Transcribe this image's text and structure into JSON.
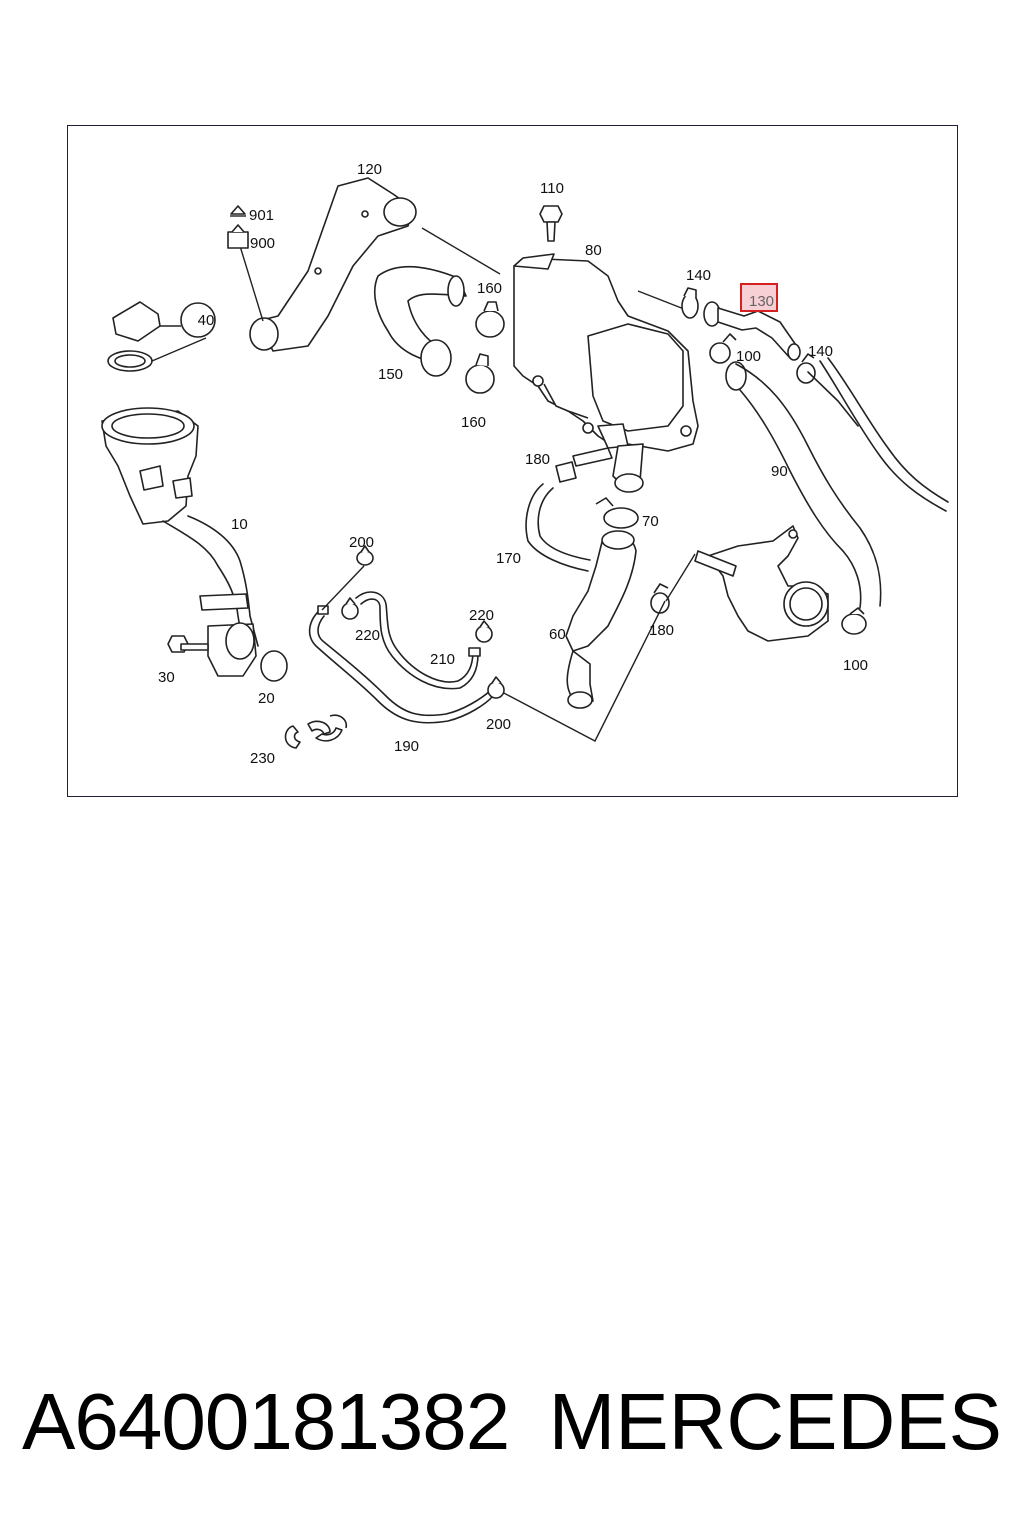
{
  "diagram": {
    "labels": {
      "l10": "10",
      "l20": "20",
      "l30": "30",
      "l40": "40",
      "l60": "60",
      "l70": "70",
      "l80": "80",
      "l90": "90",
      "l100a": "100",
      "l100b": "100",
      "l110": "110",
      "l120": "120",
      "l130": "130",
      "l140a": "140",
      "l140b": "140",
      "l150": "150",
      "l160a": "160",
      "l160b": "160",
      "l170": "170",
      "l180a": "180",
      "l180b": "180",
      "l190": "190",
      "l200a": "200",
      "l200b": "200",
      "l210": "210",
      "l220a": "220",
      "l220b": "220",
      "l230": "230",
      "l900": "900",
      "l901": "901"
    },
    "highlighted_part": "130",
    "highlight_color": "#d42020"
  },
  "footer": {
    "part_number": "A6400181382",
    "brand": "MERCEDES"
  }
}
